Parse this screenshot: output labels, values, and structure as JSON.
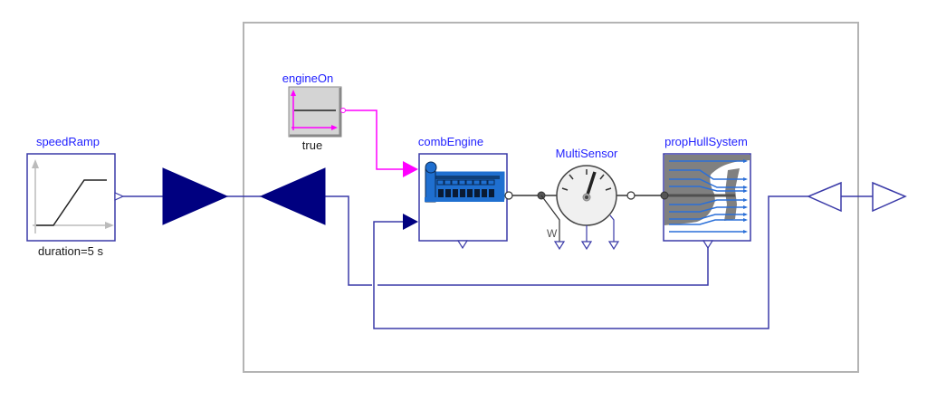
{
  "diagram": {
    "title": "Modelica ship propulsion model diagram",
    "colors": {
      "connector_blue": "#000080",
      "wire_blue": "#3a3aa8",
      "boolean_magenta": "#ff00ff",
      "label_blue": "#1f1fff",
      "engine_blue": "#1f6fd0",
      "frame_grey": "#b4b4b4"
    },
    "components": {
      "speedRamp": {
        "name": "speedRamp",
        "parameter": "duration=5 s",
        "icon": "ramp-icon"
      },
      "engineOn": {
        "name": "engineOn",
        "parameter": "true",
        "icon": "boolean-constant-icon"
      },
      "combEngine": {
        "name": "combEngine",
        "icon": "diesel-engine-icon"
      },
      "multiSensor": {
        "name": "MultiSensor",
        "port_label": "W",
        "icon": "gauge-icon"
      },
      "propHullSystem": {
        "name": "propHullSystem",
        "icon": "propeller-flow-icon"
      }
    },
    "connectors": {
      "bus_out_left": "filled-triangle-right",
      "bus_in_left": "filled-triangle-left",
      "bus_in_right": "hollow-triangle-left",
      "bus_out_right": "hollow-triangle-right"
    }
  }
}
